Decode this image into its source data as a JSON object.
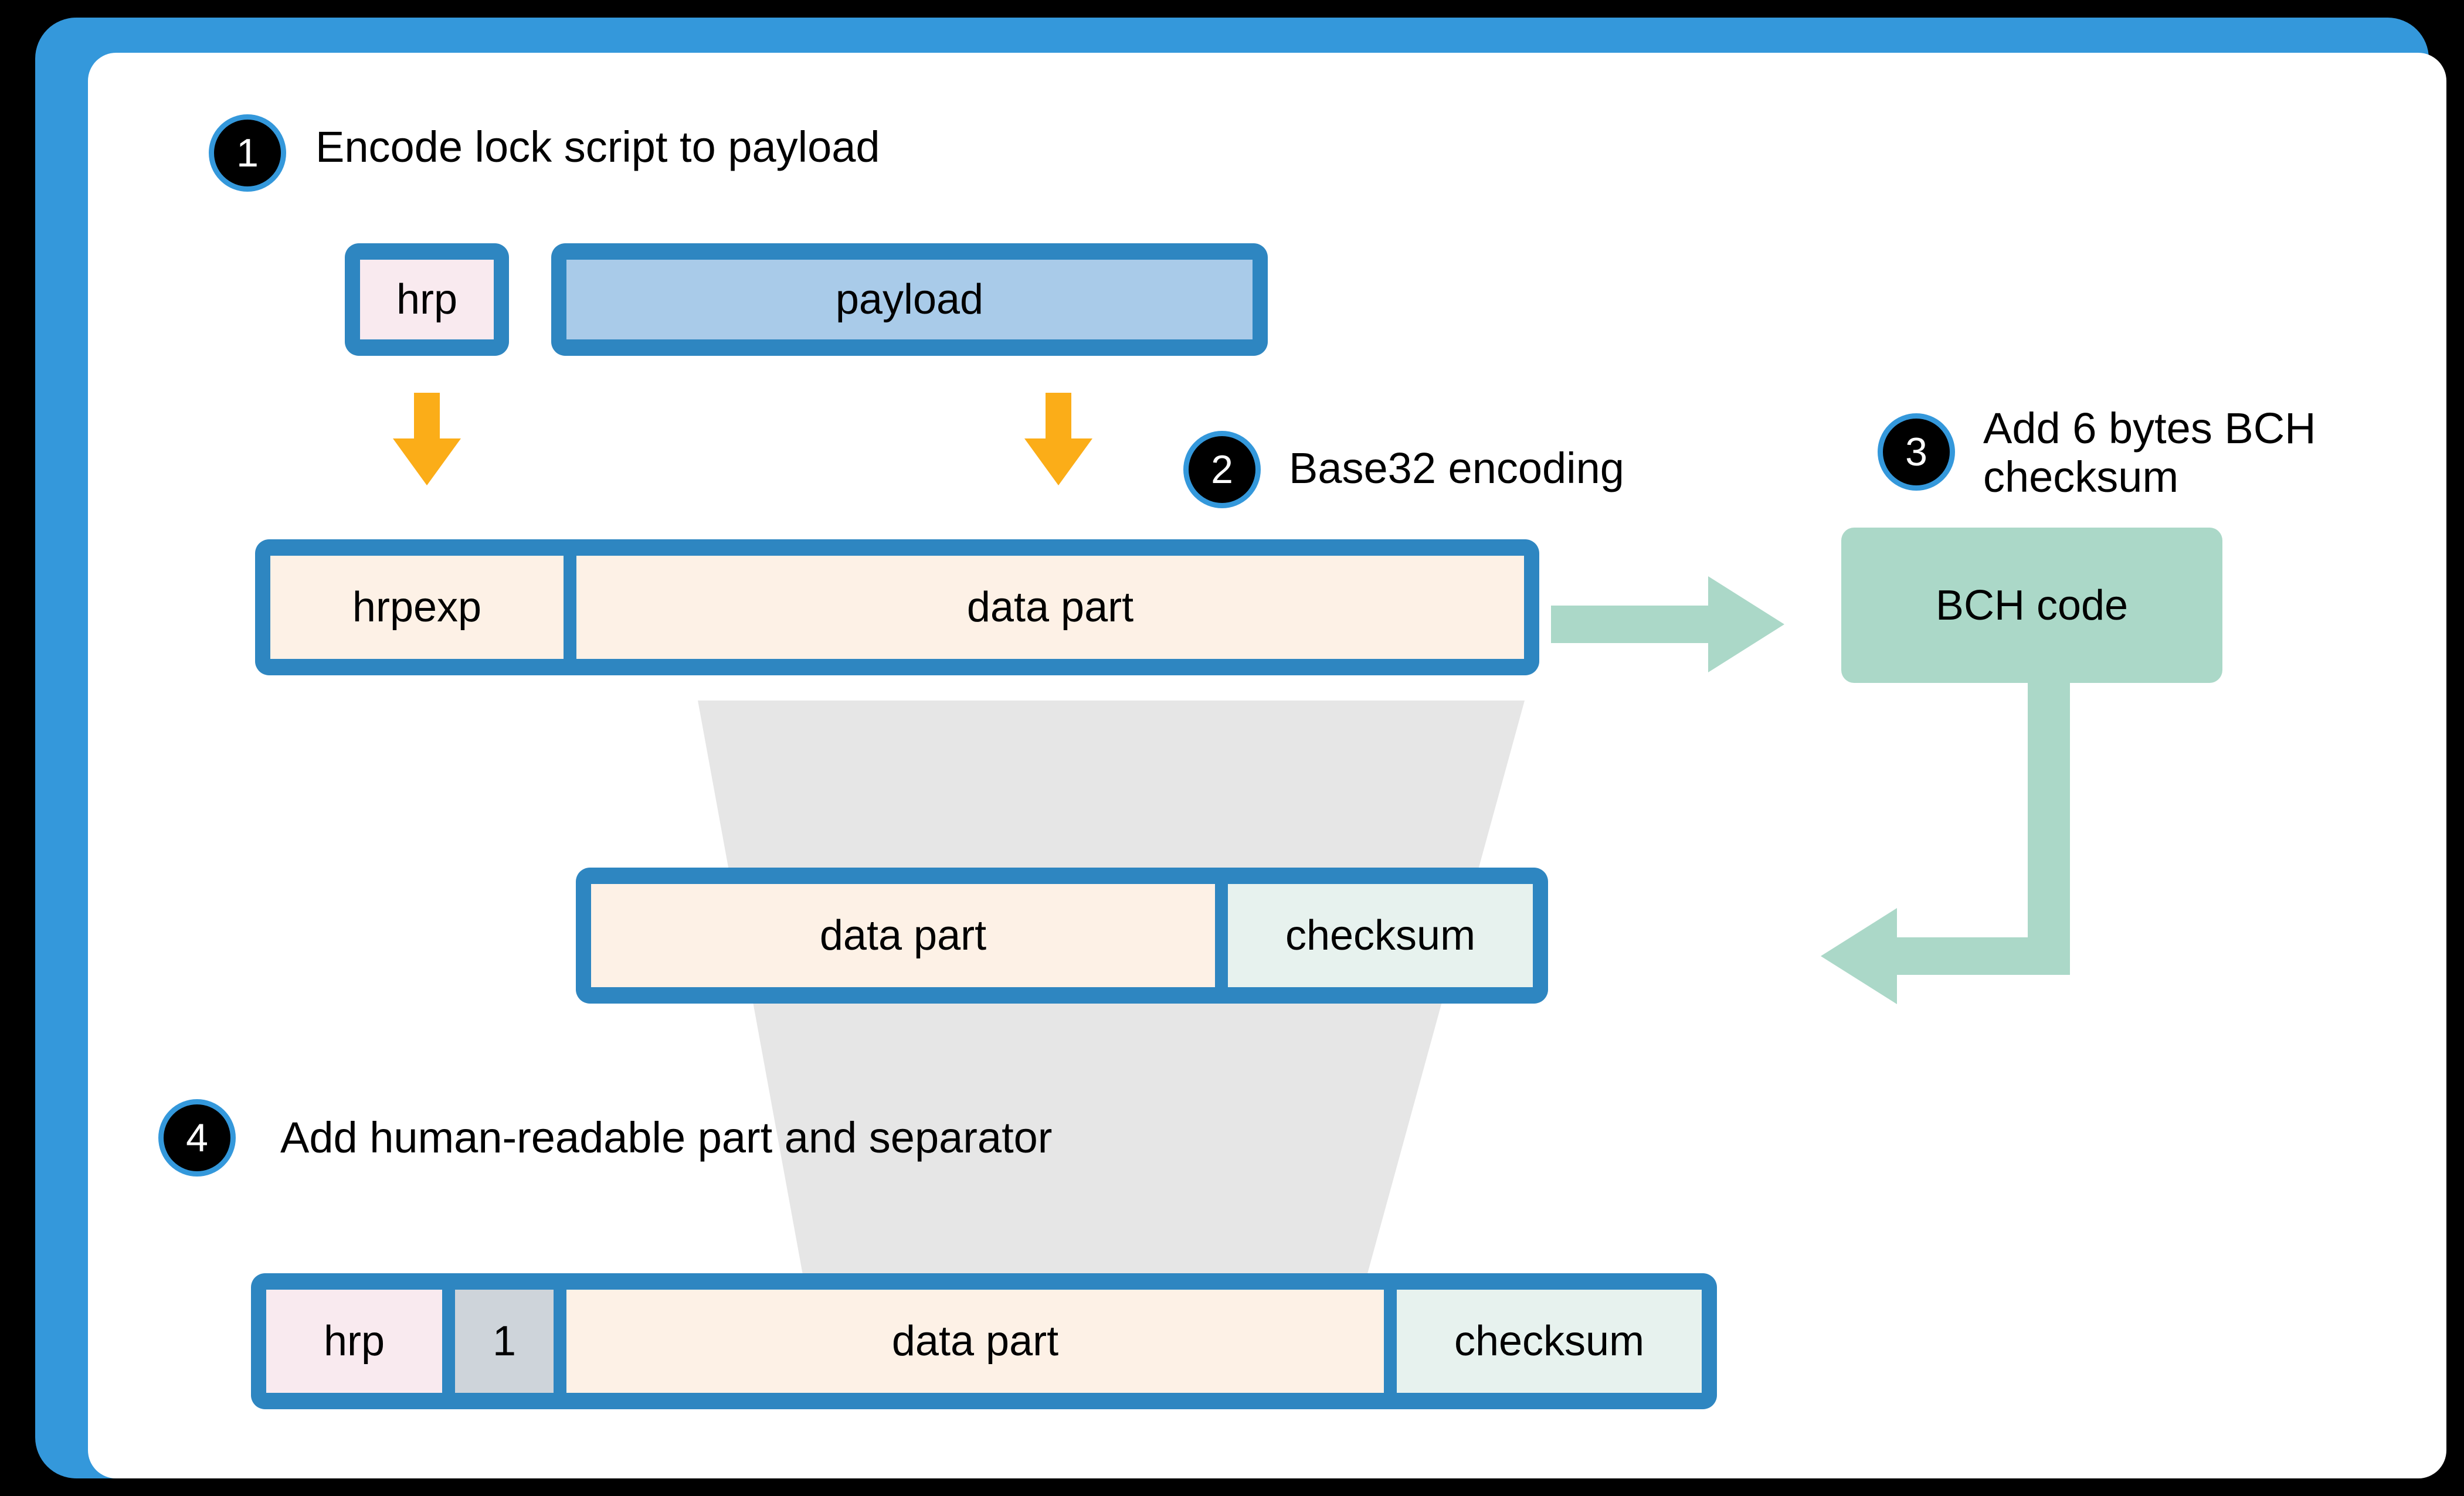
{
  "diagram": {
    "title_semantics": "Bech32-style address encoding pipeline",
    "colors": {
      "frame_blue": "#3498db",
      "box_blue": "#2e86c1",
      "hrp_fill": "#f9eaef",
      "payload_fill": "#a9cbe9",
      "data_fill": "#fdf1e6",
      "checksum_fill": "#e7f2ee",
      "separator_fill": "#ced4da",
      "bch_green": "#abd8c8",
      "arrow_orange": "#fbad18",
      "funnel_gray": "#e6e6e6",
      "badge_fill": "#000000",
      "badge_text": "#ffffff",
      "canvas": "#000000",
      "page": "#ffffff"
    },
    "steps": [
      {
        "number": "1",
        "label": "Encode lock script to payload"
      },
      {
        "number": "2",
        "label": "Base32 encoding"
      },
      {
        "number": "3",
        "label": "Add 6 bytes BCH\nchecksum"
      },
      {
        "number": "4",
        "label": "Add human-readable part and separator"
      }
    ],
    "rows": {
      "row1": {
        "name": "lock-script-row",
        "hrp": "hrp",
        "payload": "payload"
      },
      "row2": {
        "name": "base32-row",
        "hrpexp": "hrpexp",
        "data_part": "data part"
      },
      "row3": {
        "name": "checksum-row",
        "data_part": "data part",
        "checksum": "checksum"
      },
      "row4": {
        "name": "final-address-row",
        "hrp": "hrp",
        "separator": "1",
        "data_part": "data part",
        "checksum": "checksum"
      }
    },
    "bch": {
      "label": "BCH code"
    },
    "arrows": {
      "hrp_down": "arrow-down",
      "payload_down": "arrow-down",
      "data_to_bch": "arrow-right",
      "bch_to_checksum": "arrow-elbow-down-left"
    }
  }
}
